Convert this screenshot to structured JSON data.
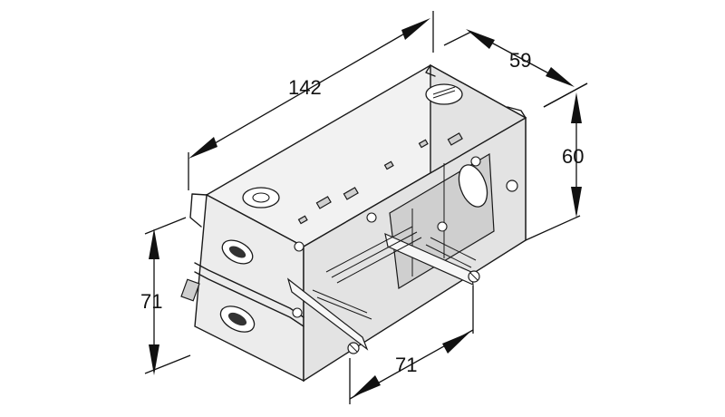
{
  "dimensions": {
    "length": "142",
    "depth": "59",
    "height_side": "60",
    "height_front": "71",
    "width_front": "71"
  }
}
